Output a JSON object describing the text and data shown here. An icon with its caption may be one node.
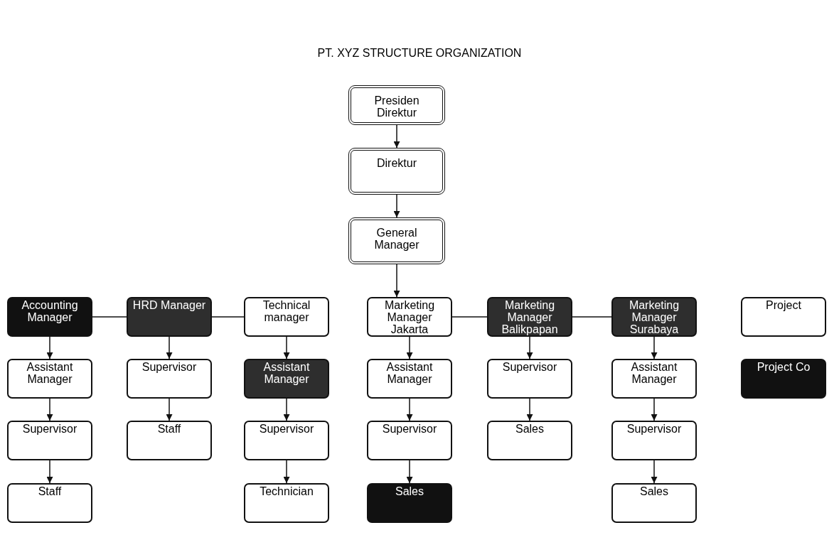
{
  "diagram": {
    "title": "PT. XYZ STRUCTURE ORGANIZATION",
    "nodes": [
      {
        "text": [
          "Presiden Direktur"
        ]
      },
      {
        "text": [
          "Direktur"
        ]
      },
      {
        "text": [
          "General Manager"
        ]
      },
      {
        "text": [
          "Accounting Manager"
        ]
      },
      {
        "text": [
          "HRD Manager"
        ]
      },
      {
        "text": [
          "Technical manager"
        ]
      },
      {
        "text": [
          "Marketing Manager Jakarta"
        ]
      },
      {
        "text": [
          "Marketing Manager Balikpapan"
        ]
      },
      {
        "text": [
          "Marketing Manager Surabaya"
        ]
      },
      {
        "text": [
          "Project"
        ]
      },
      {
        "text": [
          "Assistant Manager"
        ]
      },
      {
        "text": [
          "Supervisor"
        ]
      },
      {
        "text": [
          "Assistant Manager"
        ]
      },
      {
        "text": [
          "Assistant Manager"
        ]
      },
      {
        "text": [
          "Supervisor"
        ]
      },
      {
        "text": [
          "Assistant Manager"
        ]
      },
      {
        "text": [
          "Project Co"
        ]
      },
      {
        "text": [
          "Supervisor"
        ]
      },
      {
        "text": [
          "Staff"
        ]
      },
      {
        "text": [
          "Supervisor"
        ]
      },
      {
        "text": [
          "Supervisor"
        ]
      },
      {
        "text": [
          "Sales"
        ]
      },
      {
        "text": [
          "Supervisor"
        ]
      },
      {
        "text": [
          "Staff"
        ]
      },
      {
        "text": [
          "Technician"
        ]
      },
      {
        "text": [
          "Sales"
        ]
      },
      {
        "text": [
          "Sales"
        ]
      }
    ],
    "edges": [
      {
        "from": 0,
        "to": 1,
        "arrow": "to"
      },
      {
        "from": 1,
        "to": 2,
        "arrow": "to"
      },
      {
        "from": 2,
        "to": 6,
        "arrow": "to"
      },
      {
        "from": 3,
        "to": 4,
        "arrow": "none"
      },
      {
        "from": 4,
        "to": 5,
        "arrow": "none"
      },
      {
        "from": 6,
        "to": 7,
        "arrow": "none"
      },
      {
        "from": 7,
        "to": 8,
        "arrow": "none"
      },
      {
        "from": 3,
        "to": 10,
        "arrow": "to"
      },
      {
        "from": 10,
        "to": 17,
        "arrow": "to"
      },
      {
        "from": 17,
        "to": 23,
        "arrow": "to"
      },
      {
        "from": 4,
        "to": 11,
        "arrow": "to"
      },
      {
        "from": 11,
        "to": 18,
        "arrow": "to"
      },
      {
        "from": 5,
        "to": 12,
        "arrow": "to"
      },
      {
        "from": 12,
        "to": 19,
        "arrow": "to"
      },
      {
        "from": 19,
        "to": 24,
        "arrow": "to"
      },
      {
        "from": 6,
        "to": 13,
        "arrow": "to"
      },
      {
        "from": 13,
        "to": 20,
        "arrow": "to"
      },
      {
        "from": 20,
        "to": 25,
        "arrow": "to"
      },
      {
        "from": 7,
        "to": 14,
        "arrow": "to"
      },
      {
        "from": 14,
        "to": 21,
        "arrow": "to"
      },
      {
        "from": 8,
        "to": 15,
        "arrow": "to"
      },
      {
        "from": 15,
        "to": 22,
        "arrow": "to"
      },
      {
        "from": 22,
        "to": 26,
        "arrow": "to"
      }
    ]
  }
}
